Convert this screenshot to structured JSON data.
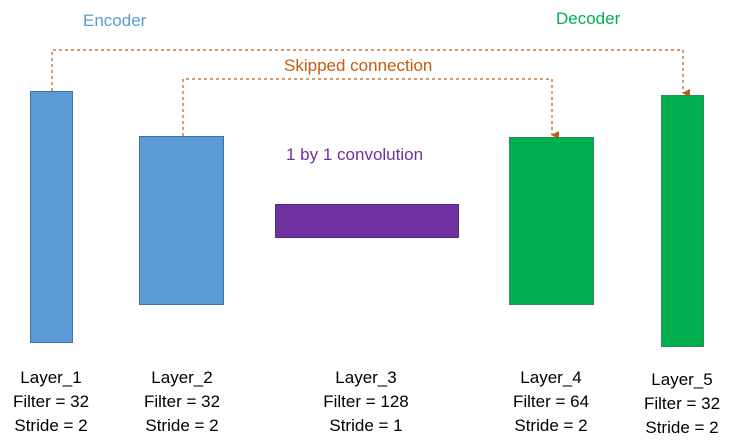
{
  "titles": {
    "encoder": "Encoder",
    "decoder": "Decoder",
    "skip": "Skipped connection",
    "conv": "1 by 1 convolution"
  },
  "colors": {
    "encoder": "#5b9bd5",
    "decoder": "#00b050",
    "middle": "#7030a0",
    "skip_line": "#c55a11"
  },
  "layers": [
    {
      "name": "Layer_1",
      "filter": "Filter = 32",
      "stride": "Stride = 2"
    },
    {
      "name": "Layer_2",
      "filter": "Filter = 32",
      "stride": "Stride = 2"
    },
    {
      "name": "Layer_3",
      "filter": "Filter = 128",
      "stride": "Stride = 1"
    },
    {
      "name": "Layer_4",
      "filter": "Filter = 64",
      "stride": "Stride = 2"
    },
    {
      "name": "Layer_5",
      "filter": "Filter = 32",
      "stride": "Stride = 2"
    }
  ]
}
